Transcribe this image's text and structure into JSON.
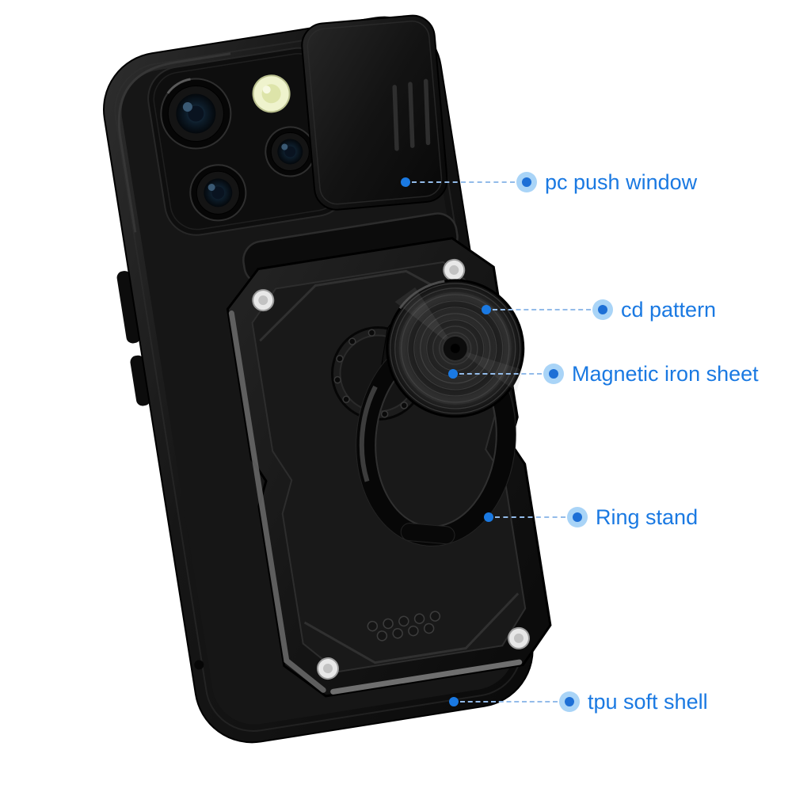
{
  "colors": {
    "background": "#ffffff",
    "accent": "#1a79e2",
    "accent-dark": "#1d6fd6",
    "marker": "#a9d4f7",
    "leader": "#93bbe9"
  },
  "callouts": [
    {
      "id": "pc-push-window",
      "label": "pc push window"
    },
    {
      "id": "cd-pattern",
      "label": "cd pattern"
    },
    {
      "id": "magnetic-iron-sheet",
      "label": "Magnetic iron sheet"
    },
    {
      "id": "ring-stand",
      "label": "Ring stand"
    },
    {
      "id": "tpu-soft-shell",
      "label": "tpu soft shell"
    }
  ]
}
